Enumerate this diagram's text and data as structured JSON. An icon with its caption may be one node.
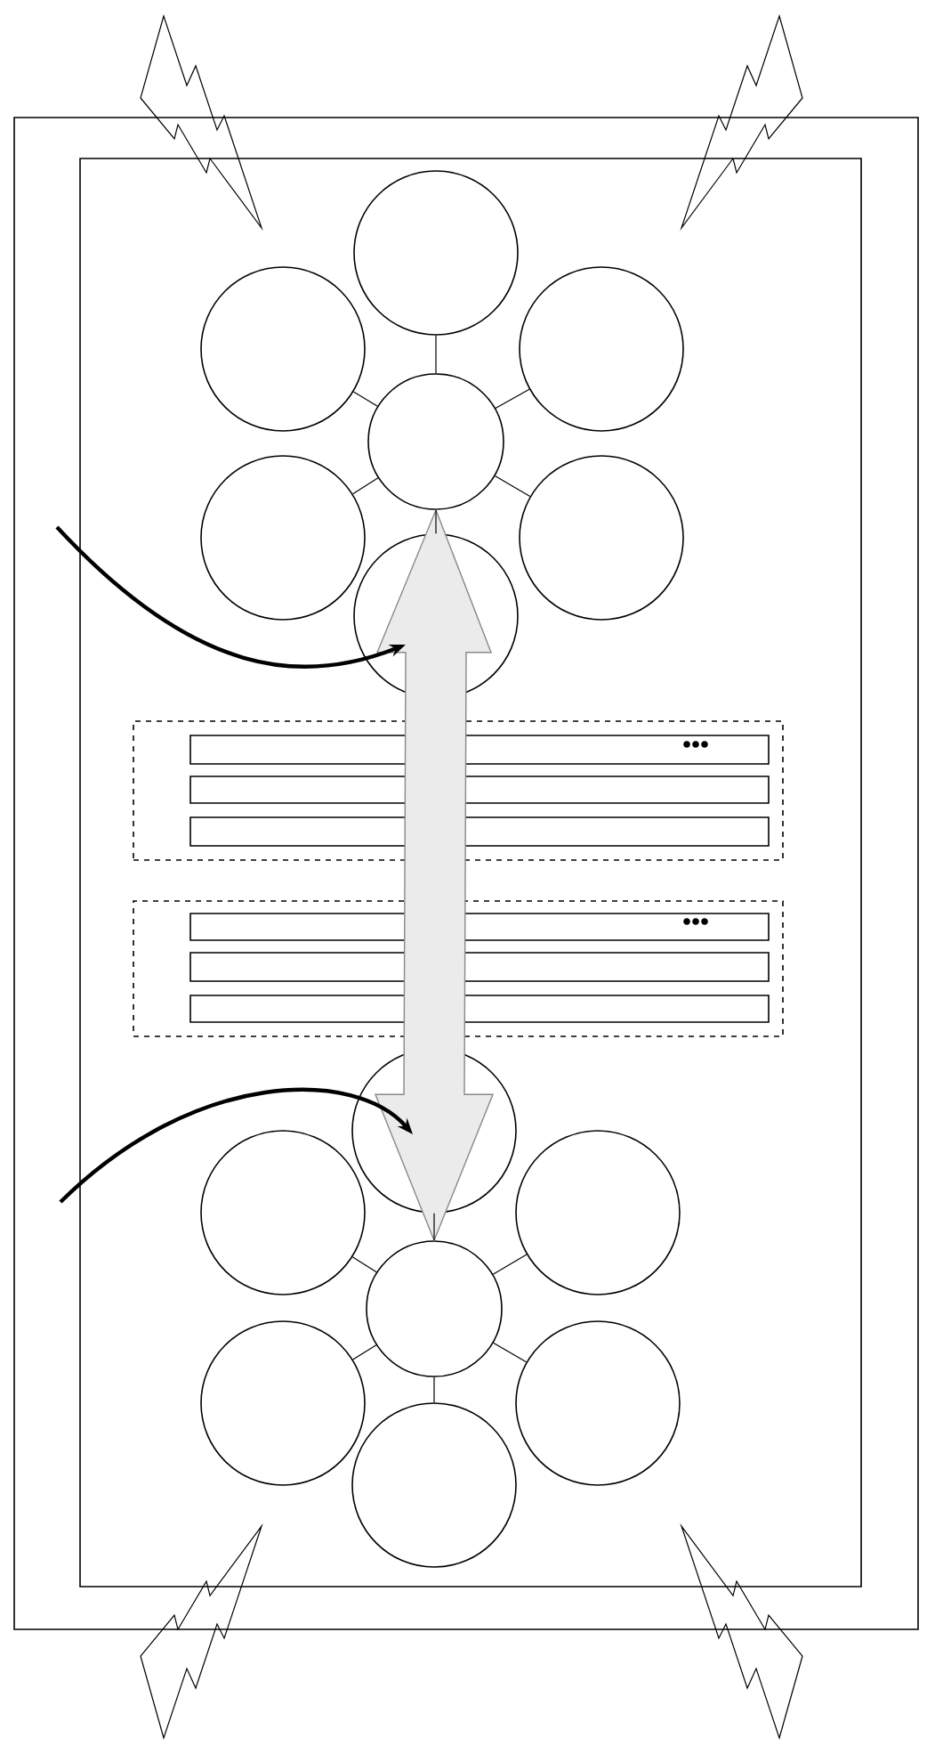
{
  "diagram": {
    "nodes": [
      {
        "text": [],
        "shape": "box"
      },
      {
        "text": [],
        "shape": "box",
        "in": 0
      },
      {
        "text": [],
        "shape": "circle",
        "in": 1
      },
      {
        "text": [],
        "shape": "circle",
        "in": 1
      },
      {
        "text": [],
        "shape": "circle",
        "in": 1
      },
      {
        "text": [],
        "shape": "circle",
        "in": 1
      },
      {
        "text": [],
        "shape": "circle",
        "in": 1
      },
      {
        "text": [],
        "shape": "circle",
        "in": 1
      },
      {
        "text": [],
        "shape": "circle",
        "in": 1
      },
      {
        "text": [],
        "shape": "box",
        "in": 1
      },
      {
        "text": [],
        "shape": "bar",
        "in": 9
      },
      {
        "text": [],
        "shape": "bar",
        "in": 9
      },
      {
        "text": [],
        "shape": "bar",
        "in": 9
      },
      {
        "text": [],
        "shape": "box",
        "in": 1
      },
      {
        "text": [],
        "shape": "bar",
        "in": 13
      },
      {
        "text": [],
        "shape": "bar",
        "in": 13
      },
      {
        "text": [],
        "shape": "bar",
        "in": 13
      },
      {
        "text": [],
        "shape": "circle",
        "in": 1
      },
      {
        "text": [],
        "shape": "circle",
        "in": 1
      },
      {
        "text": [],
        "shape": "circle",
        "in": 1
      },
      {
        "text": [],
        "shape": "circle",
        "in": 1
      },
      {
        "text": [],
        "shape": "circle",
        "in": 1
      },
      {
        "text": [],
        "shape": "circle",
        "in": 1
      },
      {
        "text": [],
        "shape": "circle",
        "in": 1
      }
    ],
    "edges": [
      {
        "from": 5,
        "to": 20,
        "arrow": "both",
        "style": "thick",
        "color": "#888888"
      },
      {
        "from": 5,
        "to": 2,
        "arrow": "none"
      },
      {
        "from": 5,
        "to": 3,
        "arrow": "none"
      },
      {
        "from": 5,
        "to": 4,
        "arrow": "none"
      },
      {
        "from": 5,
        "to": 6,
        "arrow": "none"
      },
      {
        "from": 5,
        "to": 7,
        "arrow": "none"
      },
      {
        "from": 5,
        "to": 8,
        "arrow": "none"
      },
      {
        "from": 20,
        "to": 17,
        "arrow": "none"
      },
      {
        "from": 20,
        "to": 18,
        "arrow": "none"
      },
      {
        "from": 20,
        "to": 19,
        "arrow": "none"
      },
      {
        "from": 20,
        "to": 21,
        "arrow": "none"
      },
      {
        "from": 20,
        "to": 22,
        "arrow": "none"
      },
      {
        "from": 20,
        "to": 23,
        "arrow": "none"
      },
      {
        "from": null,
        "to": 8,
        "arrow": "to",
        "style": "thick"
      },
      {
        "from": null,
        "to": 17,
        "arrow": "to",
        "style": "thick"
      }
    ]
  }
}
